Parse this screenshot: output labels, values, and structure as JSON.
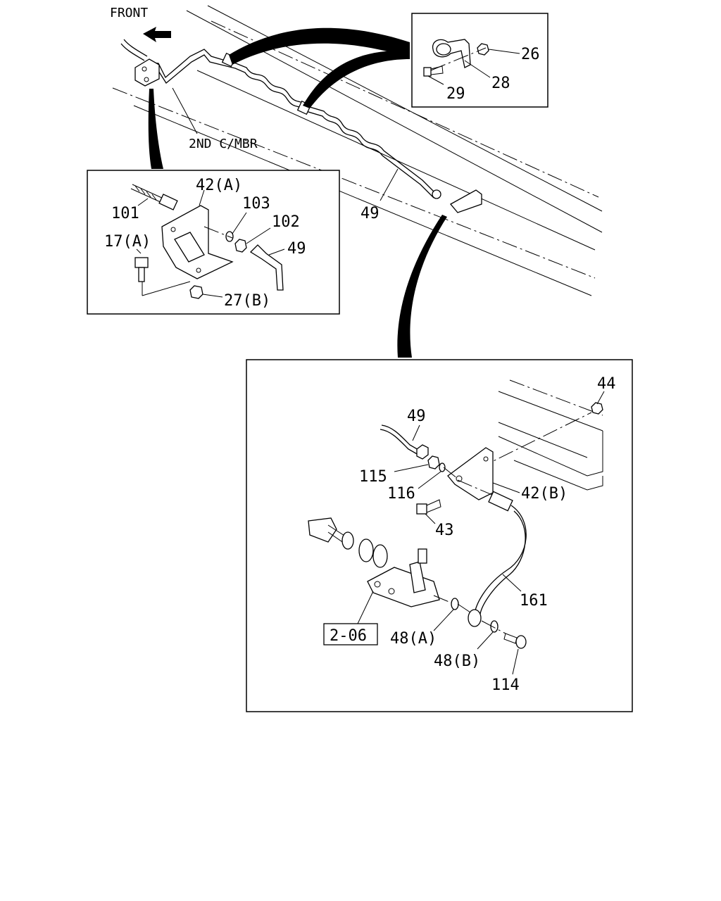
{
  "diagram": {
    "orientation_label": "FRONT",
    "frame_note": "2ND C/MBR",
    "group_ref": "2-06",
    "colors": {
      "ink": "#000000",
      "paper": "#ffffff"
    },
    "callouts": {
      "c26": "26",
      "c28": "28",
      "c29": "29",
      "c42a": "42(A)",
      "c101": "101",
      "c103": "103",
      "c102": "102",
      "c17a": "17(A)",
      "c49_top": "49",
      "c27b": "27(B)",
      "c49_main": "49",
      "c44": "44",
      "c49_low": "49",
      "c115": "115",
      "c116": "116",
      "c42b": "42(B)",
      "c43": "43",
      "c161": "161",
      "c48a": "48(A)",
      "c48b": "48(B)",
      "c114": "114"
    }
  }
}
